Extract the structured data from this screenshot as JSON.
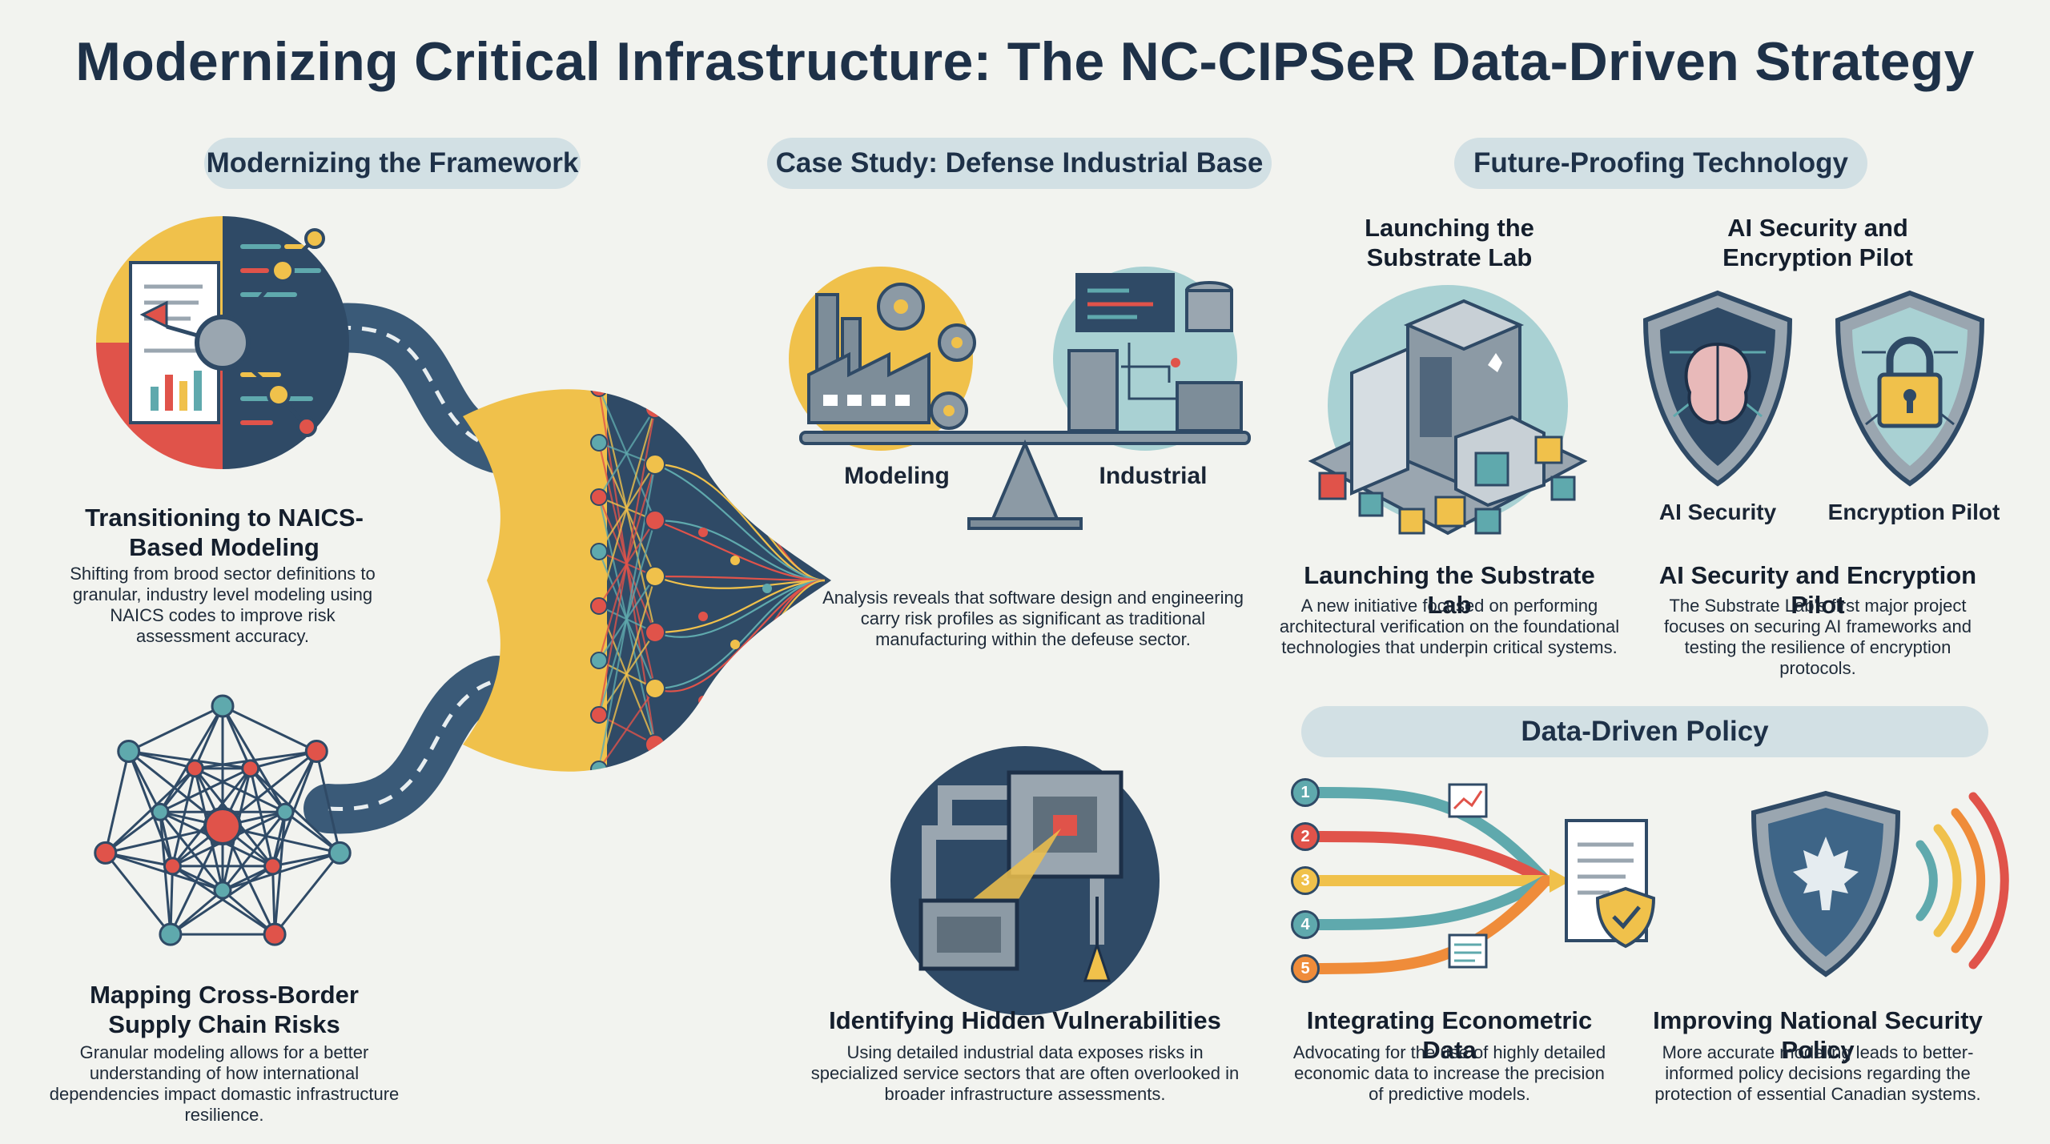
{
  "title": "Modernizing Critical Infrastructure: The NC-CIPSeR Data-Driven Strategy",
  "sections": {
    "framework": "Modernizing the Framework",
    "case_study": "Case Study: Defense Industrial Base",
    "future": "Future-Proofing Technology",
    "policy": "Data-Driven Policy"
  },
  "framework": {
    "naics_heading": "Transitioning to NAICS-Based Modeling",
    "naics_body": "Shifting from brood sector definitions to granular, industry level modeling using NAICS codes to improve risk assessment accuracy.",
    "supply_heading": "Mapping Cross-Border Supply Chain Risks",
    "supply_body": "Granular modeling allows for a better understanding of how international dependencies impact domastic infrastructure resilience."
  },
  "case_study": {
    "scale_left": "Modeling",
    "scale_right": "Industrial",
    "analysis_body": "Analysis reveals that software design and engineering carry risk profiles as significant as traditional manufacturing within the defeuse sector.",
    "hidden_heading": "Identifying Hidden Vulnerabilities",
    "hidden_body": "Using detailed industrial data exposes risks in specialized service sectors that are often overlooked in broader infrastructure assessments."
  },
  "future": {
    "lab_top_title": "Launching the Substrate Lab",
    "ai_top_title": "AI Security and Encryption Pilot",
    "ai_security_label": "AI Security",
    "encryption_label": "Encryption Pilot",
    "lab_heading": "Launching the Substrate Lab",
    "lab_body": "A new initiative focused on performing architectural verification on the foundational technologies that underpin critical systems.",
    "ai_heading": "AI Security and Encryption Pilot",
    "ai_body": "The Substrate Lab's first major project focuses on securing AI frameworks and testing the resilience of encryption protocols."
  },
  "policy": {
    "numbers": [
      "1",
      "2",
      "3",
      "4",
      "5"
    ],
    "econ_heading": "Integrating Econometric Data",
    "econ_body": "Advocating for the use of highly detailed economic data to increase the precision of predictive models.",
    "security_heading": "Improving National Security Policy",
    "security_body": "More accurate modeling leads to better-informed policy decisions regarding the protection of essential Canadian systems."
  },
  "colors": {
    "navy": "#2f4a66",
    "teal": "#5fa9ad",
    "yellow": "#f0c14b",
    "red": "#e0534a",
    "orange": "#ef8c3a",
    "pill": "#d2e0e4"
  }
}
